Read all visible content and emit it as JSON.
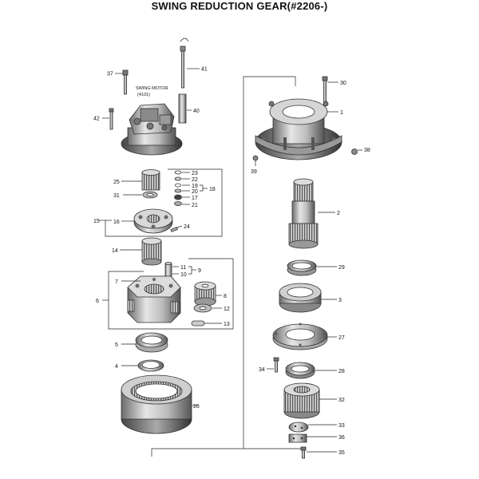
{
  "title": "SWING REDUCTION GEAR(#2206-)",
  "motor_label": {
    "line1": "SWING MOTOR",
    "line2": "(4101)"
  },
  "callouts": {
    "p1": "1",
    "p2": "2",
    "p3": "3",
    "p4": "4",
    "p5": "5",
    "p6": "6",
    "p7": "7",
    "p8": "8",
    "p9": "9",
    "p10": "10",
    "p11": "11",
    "p12": "12",
    "p13": "13",
    "p14": "14",
    "p15": "15",
    "p16": "16",
    "p17": "17",
    "p18": "18",
    "p19": "19",
    "p20": "20",
    "p21": "21",
    "p22": "22",
    "p23": "23",
    "p24": "24",
    "p25": "25",
    "p26": "26",
    "p27": "27",
    "p28": "28",
    "p29": "29",
    "p30": "30",
    "p31": "31",
    "p32": "32",
    "p33": "33",
    "p34": "34",
    "p35": "35",
    "p36": "36",
    "p37": "37",
    "p38": "38",
    "p39": "39",
    "p40": "40",
    "p41": "41",
    "p42": "42"
  }
}
